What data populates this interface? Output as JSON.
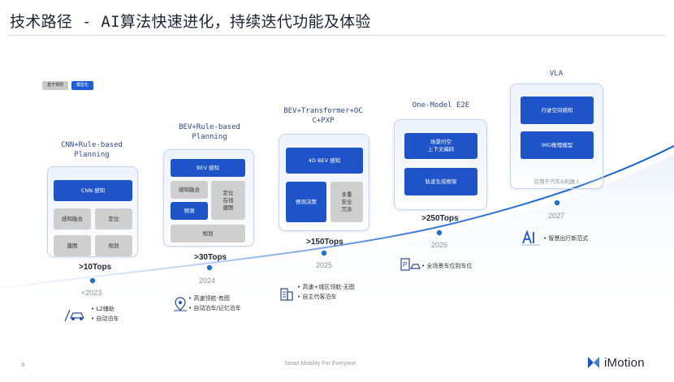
{
  "title": "技术路径 - AI算法快速进化，持续迭代功能及体验",
  "legend": {
    "rule_based": "基于规则",
    "model_based": "模型化"
  },
  "stages": [
    {
      "name": "CNN+Rule-based Planning",
      "boxes": [
        "CNN 感知",
        "感知融合",
        "定位",
        "建图",
        "规划"
      ],
      "tops": ">10Tops",
      "year": "<2023",
      "features": [
        "L2辅助",
        "自动泊车"
      ]
    },
    {
      "name": "BEV+Rule-based Planning",
      "boxes": [
        "BEV 感知",
        "感知融合",
        "定位\n在线\n建图",
        "预测",
        "规划"
      ],
      "tops": ">30Tops",
      "year": "2024",
      "features": [
        "高速领航-有图",
        "自动泊车/记忆泊车"
      ]
    },
    {
      "name": "BEV+Transformer+OC C+PXP",
      "boxes": [
        "4D BEV 感知",
        "预测决策",
        "多重\n安全\n冗余"
      ],
      "tops": ">150Tops",
      "year": "2025",
      "features": [
        "高速+城区领航-无图",
        "自主代客泊车"
      ]
    },
    {
      "name": "One-Model E2E",
      "boxes": [
        "场景时空\n上下文编码",
        "轨迹生成框架"
      ],
      "tops": ">250Tops",
      "year": "2026",
      "features": [
        "全场景车位到车位"
      ]
    },
    {
      "name": "VLA",
      "boxes": [
        "行驶空间感知",
        "iMO推理模型"
      ],
      "note": "应用于汽车&机器人",
      "year": "2027",
      "features": [
        "智慧出行新范式"
      ]
    }
  ],
  "footer": {
    "page": "9",
    "tagline": "Smart Mobility For Everyone",
    "brand": "iMotion"
  },
  "colors": {
    "accent": "#1e54c8",
    "curve": "#1e6fd0"
  }
}
